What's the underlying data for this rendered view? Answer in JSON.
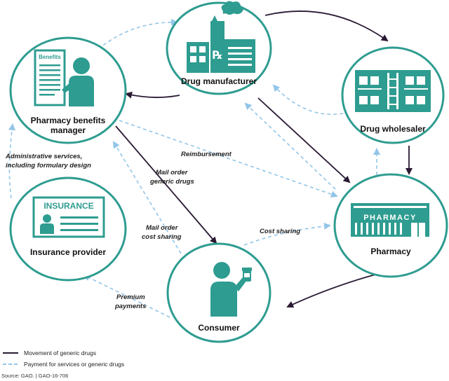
{
  "nodes": {
    "manufacturer": "Drug manufacturer",
    "wholesaler": "Drug wholesaler",
    "pbm_line1": "Pharmacy benefits",
    "pbm_line2": "manager",
    "insurance": "Insurance provider",
    "pharmacy": "Pharmacy",
    "consumer": "Consumer"
  },
  "icons": {
    "benefits_doc_label": "Benefits",
    "insurance_card_label": "INSURANCE",
    "pharmacy_sign": "PHARMACY",
    "rx": "℞"
  },
  "flow_labels": {
    "admin_line1": "Administrative services,",
    "admin_line2": "including formulary design",
    "reimbursement": "Reimbursement",
    "mail_generic_line1": "Mail order",
    "mail_generic_line2": "generic drugs",
    "mail_cost_line1": "Mail order",
    "mail_cost_line2": "cost sharing",
    "cost_sharing": "Cost sharing",
    "premium_line1": "Premium",
    "premium_line2": "payments"
  },
  "legend": {
    "solid": "Movement of generic drugs",
    "dashed": "Payment for services or generic drugs"
  },
  "source": "Source: GAO.  |  GAO-16-706",
  "colors": {
    "teal": "#2e9c90",
    "dark": "#2a1a33",
    "dash": "#93c6e8"
  }
}
